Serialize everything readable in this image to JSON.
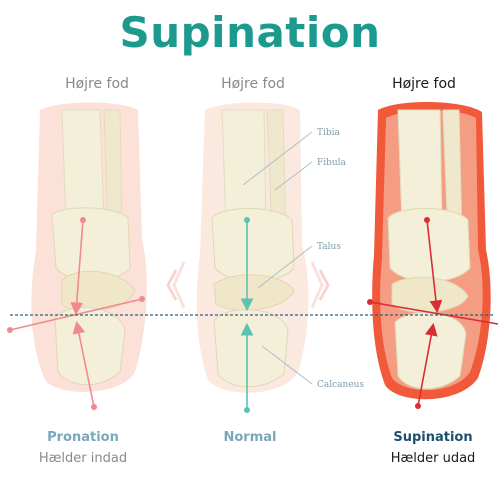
{
  "title": "Supination",
  "colors": {
    "title": "#1d9a8e",
    "muted_label": "#8a8a8a",
    "active_label": "#1a1a1a",
    "pronation_title": "#7aa8ba",
    "normal_title": "#7aa8ba",
    "supination_title": "#1f4f6e",
    "axis_pronation": "#ef8a8f",
    "axis_normal": "#5ec2b0",
    "axis_supination": "#d92d36",
    "horizon": "#2d5f7a",
    "pointer": "#a9bfcc"
  },
  "feet": [
    {
      "foot_label": "Højre fod",
      "title": "Pronation",
      "subtitle": "Hælder indad",
      "active": false
    },
    {
      "foot_label": "Højre fod",
      "title": "Normal",
      "subtitle": "",
      "active": false
    },
    {
      "foot_label": "Højre fod",
      "title": "Supination",
      "subtitle": "Hælder udad",
      "active": true
    }
  ],
  "anatomy_labels": {
    "tibia": "Tibia",
    "fibula": "Fibula",
    "talus": "Talus",
    "calcaneus": "Calcaneus"
  }
}
